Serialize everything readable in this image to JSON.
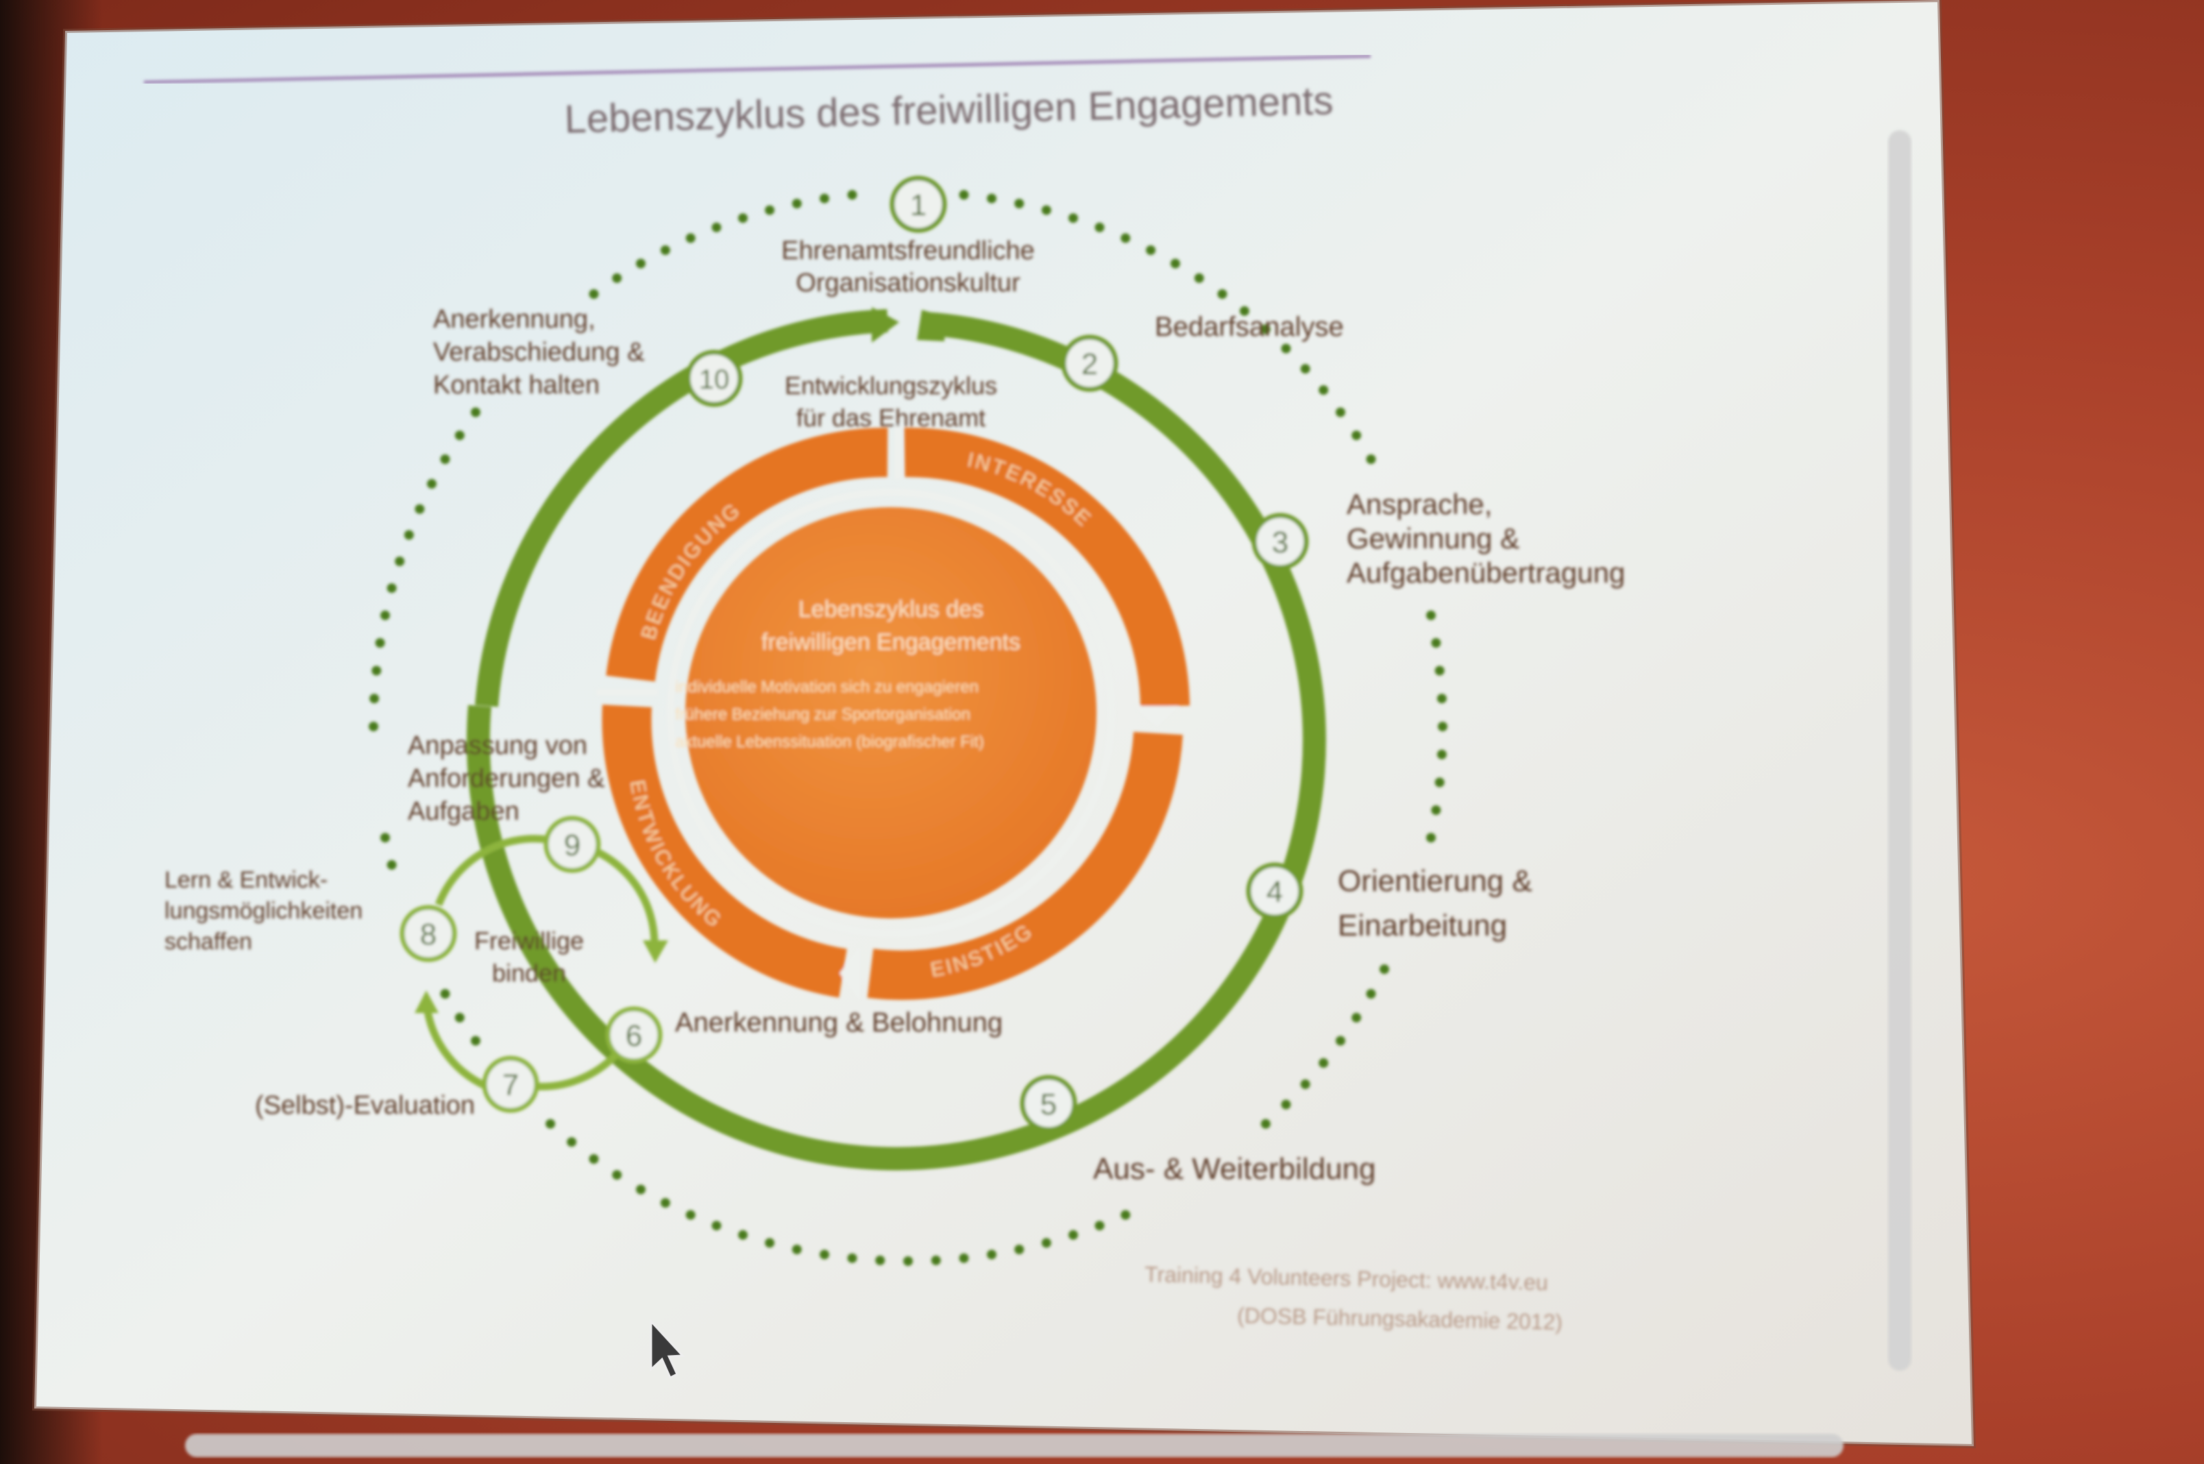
{
  "title": "Lebenszyklus des freiwilligen Engagements",
  "colors": {
    "green": "#6f9a2c",
    "light_green": "#8db43c",
    "orange": "#ec8a33",
    "dark_orange": "#e57422",
    "text_dark": "#5e3d2c",
    "dots": "#4a7a1a",
    "footer": "#b89a88"
  },
  "stages": [
    {
      "num": "1",
      "label_lines": [
        "Ehrenamtsfreundliche",
        "Organisationskultur"
      ]
    },
    {
      "num": "2",
      "label_lines": [
        "Bedarfsanalyse"
      ]
    },
    {
      "num": "3",
      "label_lines": [
        "Ansprache,",
        "Gewinnung &",
        "Aufgabenübertragung"
      ]
    },
    {
      "num": "4",
      "label_lines": [
        "Orientierung &",
        "Einarbeitung"
      ]
    },
    {
      "num": "5",
      "label_lines": [
        "Aus- & Weiterbildung"
      ]
    },
    {
      "num": "6",
      "label_lines": [
        "Anerkennung & Belohnung"
      ]
    },
    {
      "num": "7",
      "label_lines": [
        "(Selbst)-Evaluation"
      ]
    },
    {
      "num": "8",
      "label_lines": [
        "Lern & Entwick-",
        "lungsmöglichkeiten",
        "schaffen"
      ]
    },
    {
      "num": "9",
      "label_lines": [
        "Anpassung von",
        "Anforderungen &",
        "Aufgaben"
      ]
    },
    {
      "num": "10",
      "label_lines": [
        "Anerkennung,",
        "Verabschiedung &",
        "Kontakt halten"
      ]
    }
  ],
  "green_ring_label_lines": [
    "Entwicklungszyklus",
    "für das Ehrenamt"
  ],
  "sub_cycle_label_lines": [
    "Freiwillige",
    "binden"
  ],
  "orange_segments": [
    "INTERESSE",
    "EINSTIEG",
    "ENTWICKLUNG",
    "BEENDIGUNG"
  ],
  "center": {
    "title_lines": [
      "Lebenszyklus des",
      "freiwilligen Engagements"
    ],
    "bullets": [
      "individuelle Motivation sich zu engagieren",
      "frühere Beziehung zur Sportorganisation",
      "aktuelle Lebenssituation (biografischer Fit)"
    ]
  },
  "footer_lines": [
    "Training 4 Volunteers Project: www.t4v.eu",
    "(DOSB Führungsakademie 2012)"
  ]
}
